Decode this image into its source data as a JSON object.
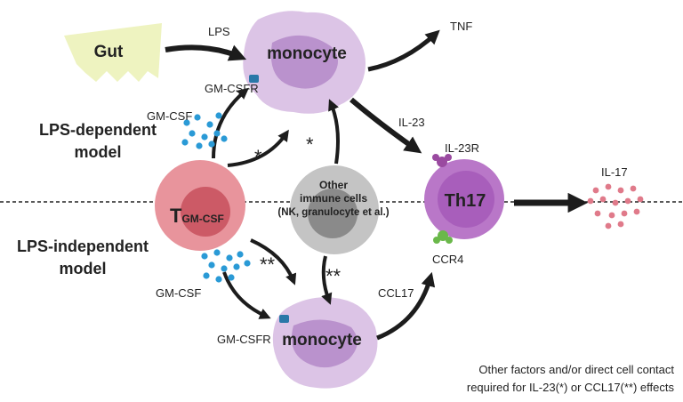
{
  "gut": {
    "label": "Gut"
  },
  "models": {
    "dependent": {
      "line1": "LPS-dependent",
      "line2": "model"
    },
    "independent": {
      "line1": "LPS-independent",
      "line2": "model"
    }
  },
  "cells": {
    "monocyte_top": "monocyte",
    "monocyte_bottom": "monocyte",
    "tgmcsf": {
      "main": "T",
      "sub": "GM-CSF"
    },
    "other": {
      "line1": "Other",
      "line2": "immune cells",
      "line3": "(NK, granulocyte et al.)"
    },
    "th17": "Th17"
  },
  "labels": {
    "lps": "LPS",
    "tnf": "TNF",
    "gmcsfr_top": "GM-CSFR",
    "gmcsf_top": "GM-CSF",
    "il23": "IL-23",
    "il23r": "IL-23R",
    "il17": "IL-17",
    "ccr4": "CCR4",
    "ccl17": "CCL17",
    "gmcsf_bottom": "GM-CSF",
    "gmcsfr_bottom": "GM-CSFR",
    "star1": "*",
    "star2": "*",
    "dstar1": "**",
    "dstar2": "**"
  },
  "footnote": {
    "line1": "Other factors and/or direct cell contact",
    "line2": "required for IL-23(*) or CCL17(**) effects"
  },
  "colors": {
    "gut": "#eef3c0",
    "monocyte_outer": "#dcc4e6",
    "monocyte_nucleus": "#b48ac8",
    "tcell_outer": "#e8949c",
    "tcell_inner": "#cc5a66",
    "other_outer": "#c4c4c4",
    "other_inner": "#8a8a8a",
    "th17_outer": "#b977c8",
    "th17_inner": "#9a4ab0",
    "receptor": "#2a78a8",
    "gmcsf_dot": "#2a9ad6",
    "il17_dot": "#e07a8a",
    "il23r": "#9a4aa0",
    "ccr4": "#6ab84a"
  }
}
